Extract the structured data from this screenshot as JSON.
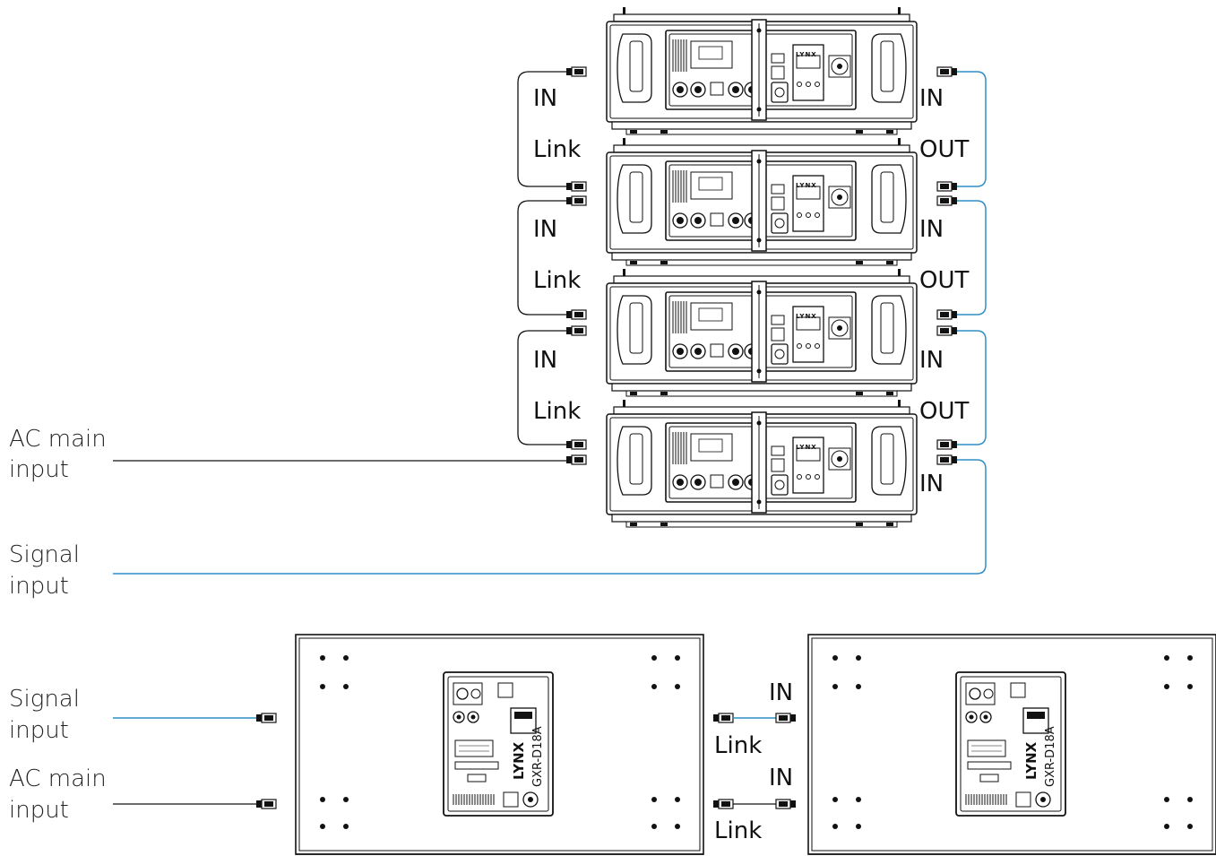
{
  "labels": {
    "in": "IN",
    "out": "OUT",
    "link": "Link"
  },
  "side_labels": {
    "ac_main": [
      "AC main",
      "input"
    ],
    "signal": [
      "Signal",
      "input"
    ]
  },
  "branding": {
    "brand": "LYNX",
    "sub_model": "GXR-D18A"
  },
  "colors": {
    "signal_cable": "#2f8fc7",
    "power_cable": "#111111",
    "outline": "#111111"
  }
}
